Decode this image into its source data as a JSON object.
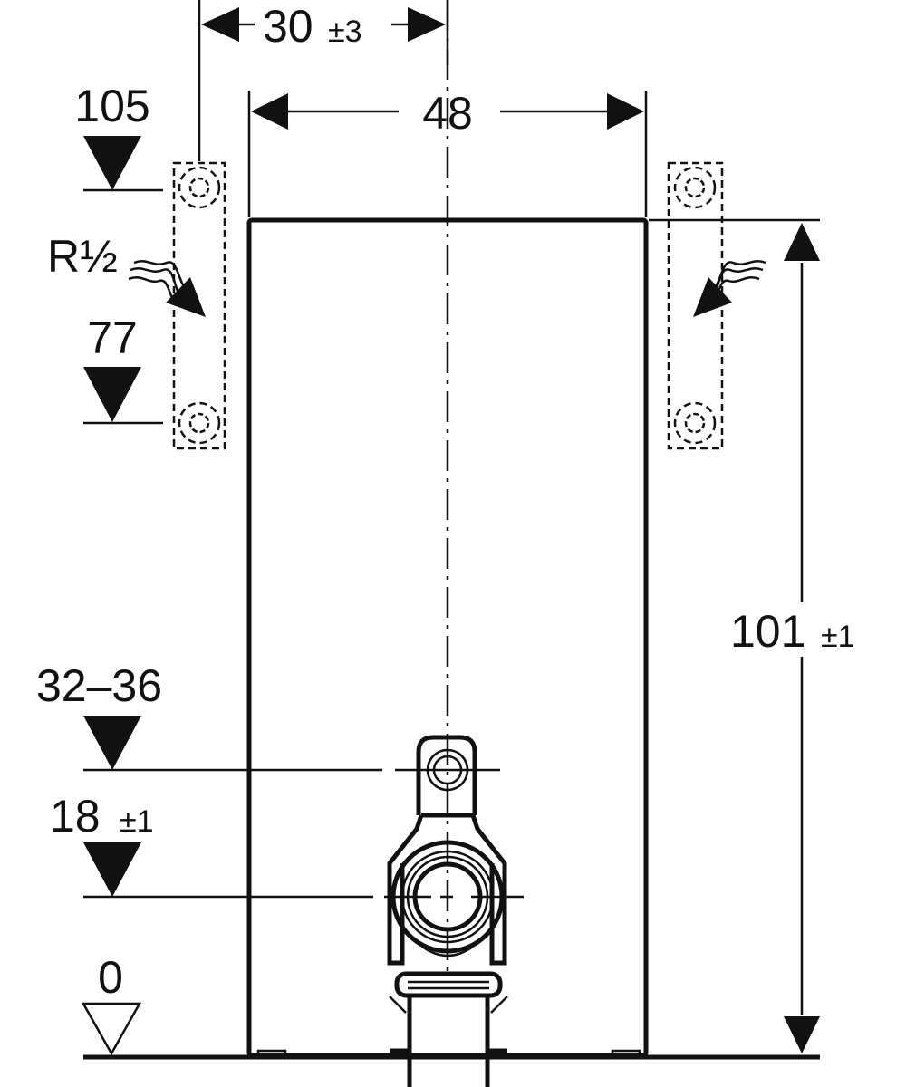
{
  "drawing": {
    "width_dimension": {
      "value": "30",
      "tolerance": "±3"
    },
    "panel_width": "48",
    "height_dimension": {
      "value": "101",
      "tolerance": "±1"
    },
    "connection_label": "R½",
    "level_markers": [
      {
        "label": "105"
      },
      {
        "label": "77"
      },
      {
        "label": "32–36"
      },
      {
        "label": "18",
        "tolerance": "±1"
      },
      {
        "label": "0"
      }
    ]
  }
}
